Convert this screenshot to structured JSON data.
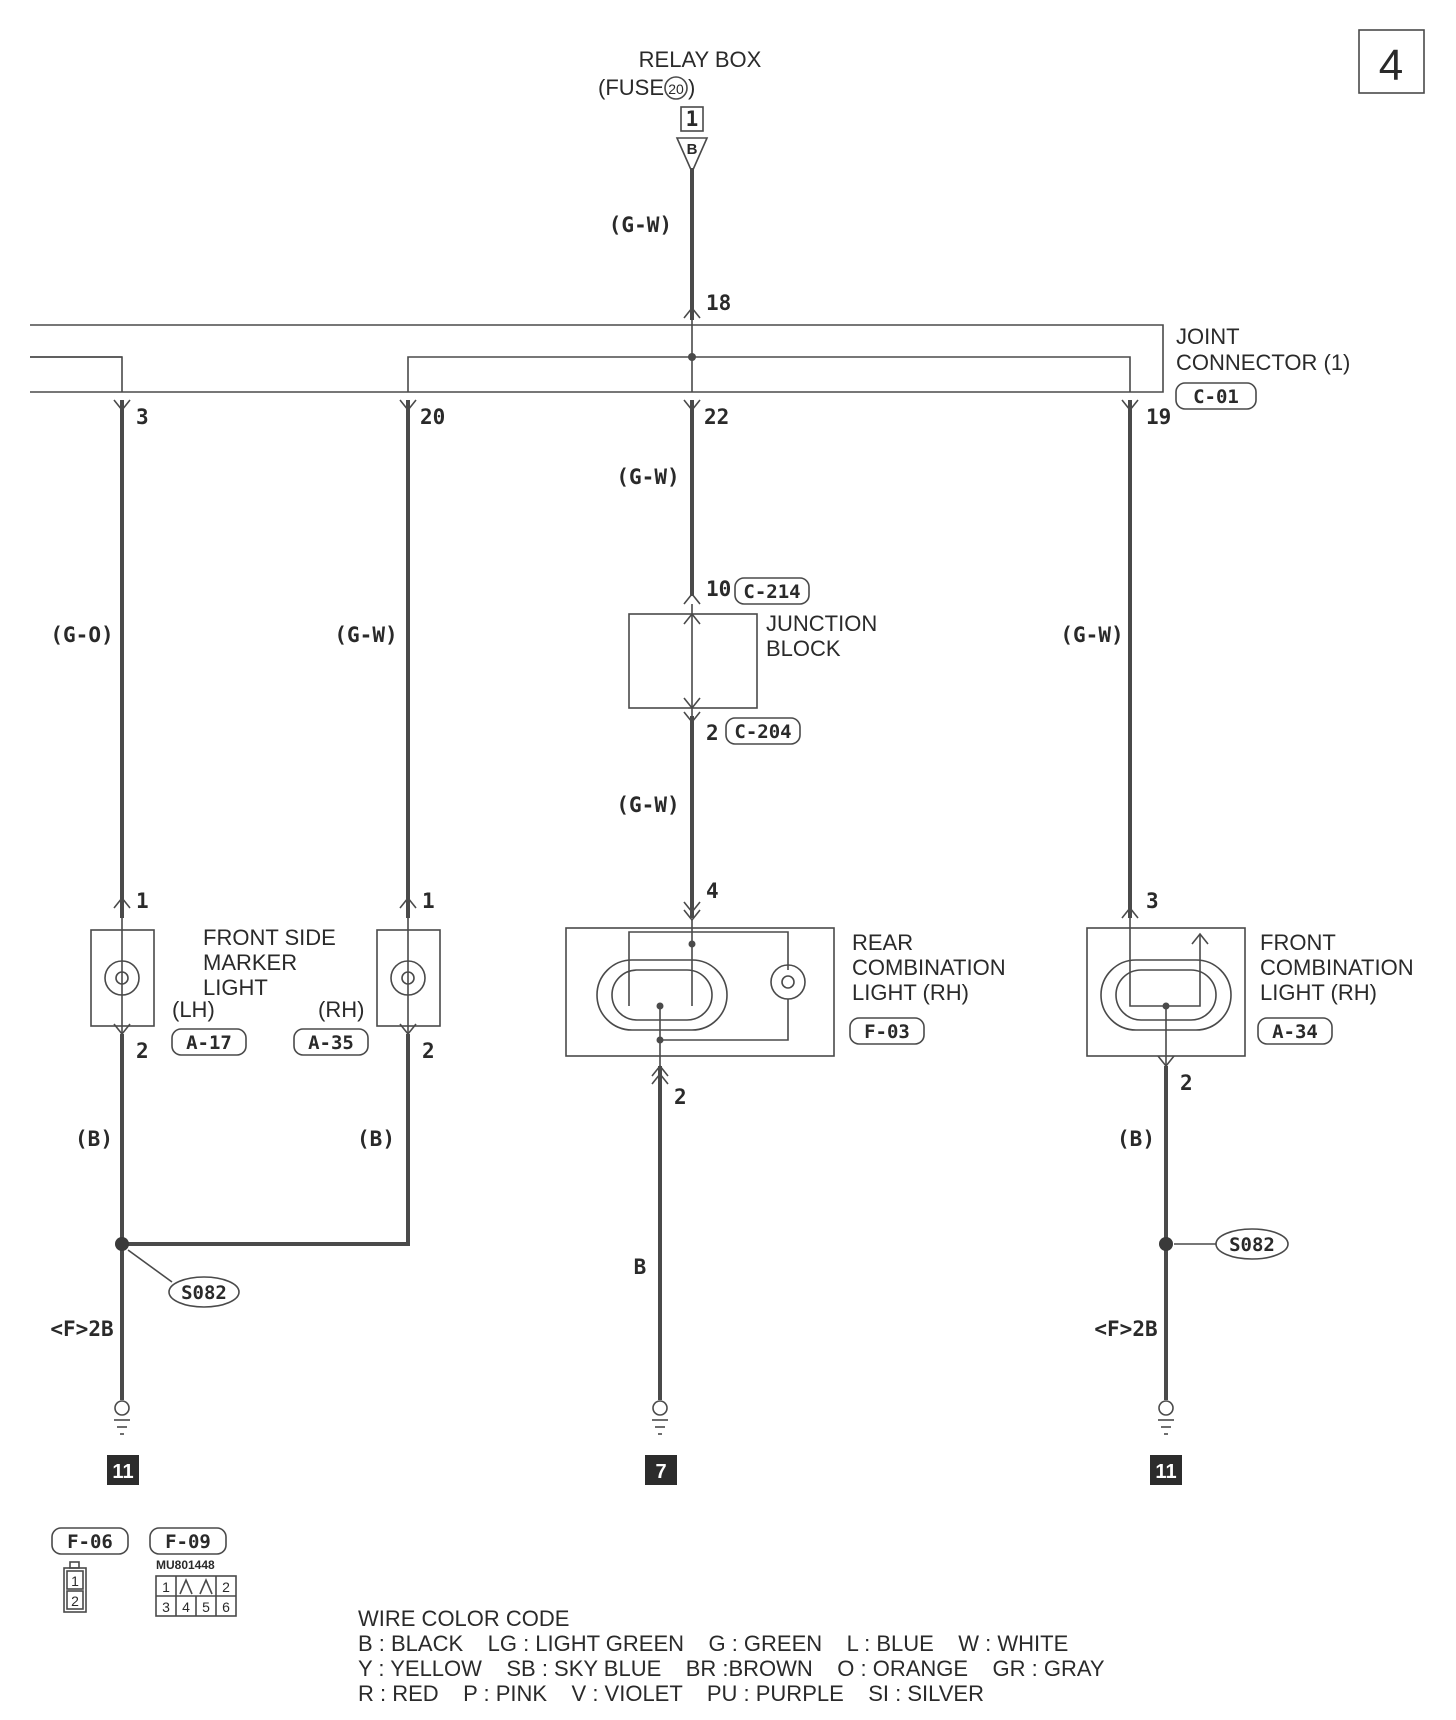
{
  "page_number": "4",
  "relay_box": {
    "line1": "RELAY BOX",
    "line2_pre": "(FUSE",
    "fuse_no": "20",
    "line2_post": ")",
    "pin": "1",
    "pin_letter": "B"
  },
  "wires": {
    "top": "(G-W)",
    "center_upper": "(G-W)",
    "center_lower": "(G-W)",
    "left": "(G-O)",
    "left_mid": "(G-W)",
    "right": "(G-W)",
    "left_ground": "(B)",
    "mid_ground": "(B)",
    "rear_ground": "B",
    "right_ground": "(B)"
  },
  "joint_connector": {
    "line1": "JOINT",
    "line2": "CONNECTOR (1)",
    "code": "C-01",
    "pins": {
      "top": "18",
      "p3": "3",
      "p20": "20",
      "p22": "22",
      "p19": "19"
    }
  },
  "junction_block": {
    "line1": "JUNCTION",
    "line2": "BLOCK",
    "in_pin": "10",
    "in_code": "C-214",
    "out_pin": "2",
    "out_code": "C-204"
  },
  "front_side_marker": {
    "line1": "FRONT SIDE",
    "line2": "MARKER",
    "line3": "LIGHT",
    "lh": "(LH)",
    "rh": "(RH)",
    "lh_code": "A-17",
    "rh_code": "A-35",
    "lh_pin_top": "1",
    "lh_pin_bottom": "2",
    "rh_pin_top": "1",
    "rh_pin_bottom": "2"
  },
  "rear_combination": {
    "line1": "REAR",
    "line2": "COMBINATION",
    "line3": "LIGHT (RH)",
    "code": "F-03",
    "pin_top": "4",
    "pin_bottom": "2"
  },
  "front_combination": {
    "line1": "FRONT",
    "line2": "COMBINATION",
    "line3": "LIGHT (RH)",
    "code": "A-34",
    "pin_top": "3",
    "pin_bottom": "2"
  },
  "splices": {
    "left": "S082",
    "right": "S082"
  },
  "ground_refs": {
    "left": "<F>2B",
    "right": "<F>2B"
  },
  "grounds": {
    "left": "11",
    "center": "7",
    "right": "11"
  },
  "connectors_shown": {
    "f06": {
      "code": "F-06",
      "pins": [
        "1",
        "2"
      ]
    },
    "f09": {
      "code": "F-09",
      "part": "MU801448",
      "pins": [
        "1",
        "2",
        "3",
        "4",
        "5",
        "6"
      ]
    }
  },
  "wire_color_code": {
    "title": "WIRE COLOR CODE",
    "row1": "B : BLACK    LG : LIGHT GREEN    G : GREEN    L : BLUE    W : WHITE",
    "row2": "Y : YELLOW    SB : SKY BLUE    BR :BROWN    O : ORANGE    GR : GRAY",
    "row3": "R : RED    P : PINK    V : VIOLET    PU : PURPLE    SI : SILVER"
  }
}
